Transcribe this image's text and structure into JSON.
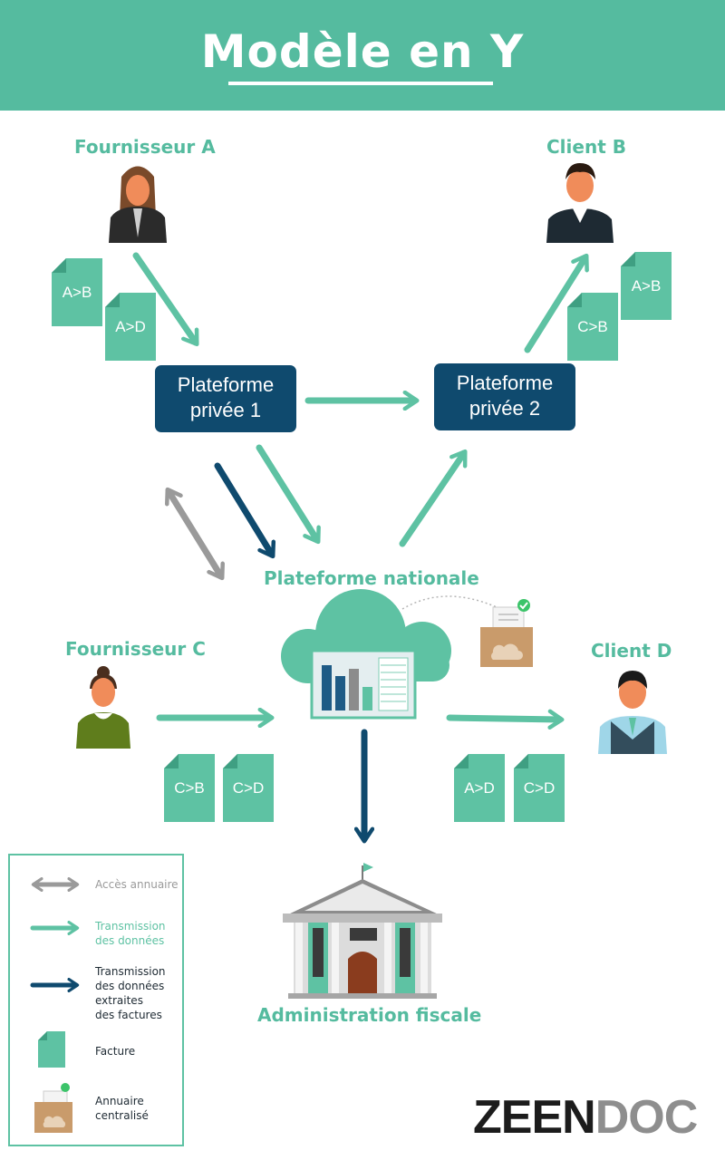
{
  "title": "Modèle en Y",
  "actors": {
    "fournisseur_a": "Fournisseur A",
    "client_b": "Client B",
    "fournisseur_c": "Fournisseur C",
    "client_d": "Client D"
  },
  "platforms": {
    "privee_1_line1": "Plateforme",
    "privee_1_line2": "privée 1",
    "privee_2_line1": "Plateforme",
    "privee_2_line2": "privée 2",
    "nationale": "Plateforme nationale"
  },
  "documents": {
    "a_b_left": "A>B",
    "a_d_left": "A>D",
    "c_b_right": "C>B",
    "a_b_right": "A>B",
    "c_b_bottom": "C>B",
    "c_d_bottom": "C>D",
    "a_d_bottom": "A>D",
    "c_d_bottom_right": "C>D"
  },
  "administration": "Administration fiscale",
  "legend": {
    "acces_annuaire": "Accès annuaire",
    "transmission_line1": "Transmission",
    "transmission_line2": "des données",
    "extraites_line1": "Transmission",
    "extraites_line2": "des données",
    "extraites_line3": "extraites",
    "extraites_line4": "des factures",
    "facture": "Facture",
    "annuaire_line1": "Annuaire",
    "annuaire_line2": "centralisé"
  },
  "logo": {
    "part1": "ZEEN",
    "part2": "DOC"
  },
  "colors": {
    "teal": "#55bb9f",
    "navy": "#0f4a6e",
    "gray": "#9a9a9a",
    "doc": "#5ec2a3"
  }
}
